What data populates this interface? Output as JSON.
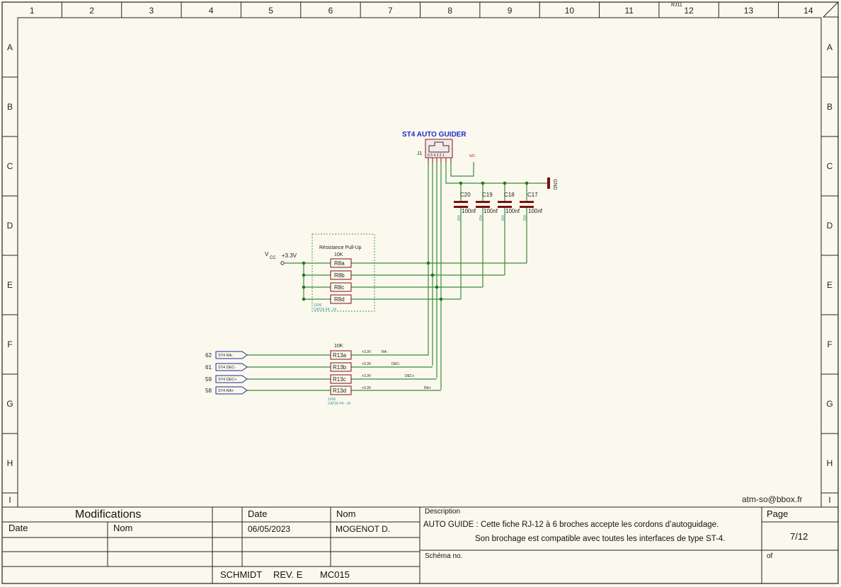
{
  "frame": {
    "col_labels": [
      "1",
      "2",
      "3",
      "4",
      "5",
      "6",
      "7",
      "8",
      "9",
      "10",
      "11",
      "12",
      "13",
      "14"
    ],
    "row_labels": [
      "A",
      "B",
      "C",
      "D",
      "E",
      "F",
      "G",
      "H",
      "I"
    ],
    "corner_ref": "RJ11",
    "email": "atm-so@bbox.fr"
  },
  "schematic": {
    "title": "ST4 AUTO GUIDER",
    "connector": {
      "ref": "J1",
      "pins": "6 5 4 3 2 1",
      "nc_label": "N/C",
      "gnd_label": "GND"
    },
    "caps": [
      {
        "ref": "C20",
        "value": "100nf",
        "pkg": "402"
      },
      {
        "ref": "C19",
        "value": "100nf",
        "pkg": "402"
      },
      {
        "ref": "C18",
        "value": "100nf",
        "pkg": "402"
      },
      {
        "ref": "C17",
        "value": "100nf",
        "pkg": "402"
      }
    ],
    "pullup": {
      "title": "Résistance Pull-Up",
      "value": "10K",
      "refs": [
        "R8a",
        "R8b",
        "R8c",
        "R8d"
      ],
      "pkg1": "1206",
      "pkg2": "CAT16 F4 - J4"
    },
    "vcc": {
      "main": "V",
      "sub": "CC",
      "value": "+3.3V"
    },
    "series": {
      "value": "10K",
      "refs": [
        "R13a",
        "R13b",
        "R13c",
        "R13d"
      ],
      "pkg1": "1206",
      "pkg2": "CAT16 F4 - J4",
      "v_label": "+3.3V"
    },
    "ports": [
      {
        "num": "62",
        "name": "ST4 RA-",
        "net": "RA-"
      },
      {
        "num": "61",
        "name": "ST4 DEC-",
        "net": "DEC-"
      },
      {
        "num": "59",
        "name": "ST4 DEC+",
        "net": "DEC+"
      },
      {
        "num": "58",
        "name": "ST4 RA+",
        "net": "RA+"
      }
    ]
  },
  "titleblock": {
    "modifications": "Modifications",
    "date_hdr": "Date",
    "nom_hdr": "Nom",
    "date_col": "Date",
    "nom_col": "Nom",
    "date_val": "06/05/2023",
    "nom_val": "MOGENOT D.",
    "description_hdr": "Description",
    "desc1": "AUTO GUIDE : Cette fiche RJ-12 à 6 broches accepte les cordons d’autoguidage.",
    "desc2": "Son brochage est compatible avec toutes les interfaces de type ST-4.",
    "schema_no": "Schéma no.",
    "page_hdr": "Page",
    "page_val": "7/12",
    "of": "of",
    "project1": "SCHMIDT",
    "project2": "REV. E",
    "project3": "MC015"
  }
}
